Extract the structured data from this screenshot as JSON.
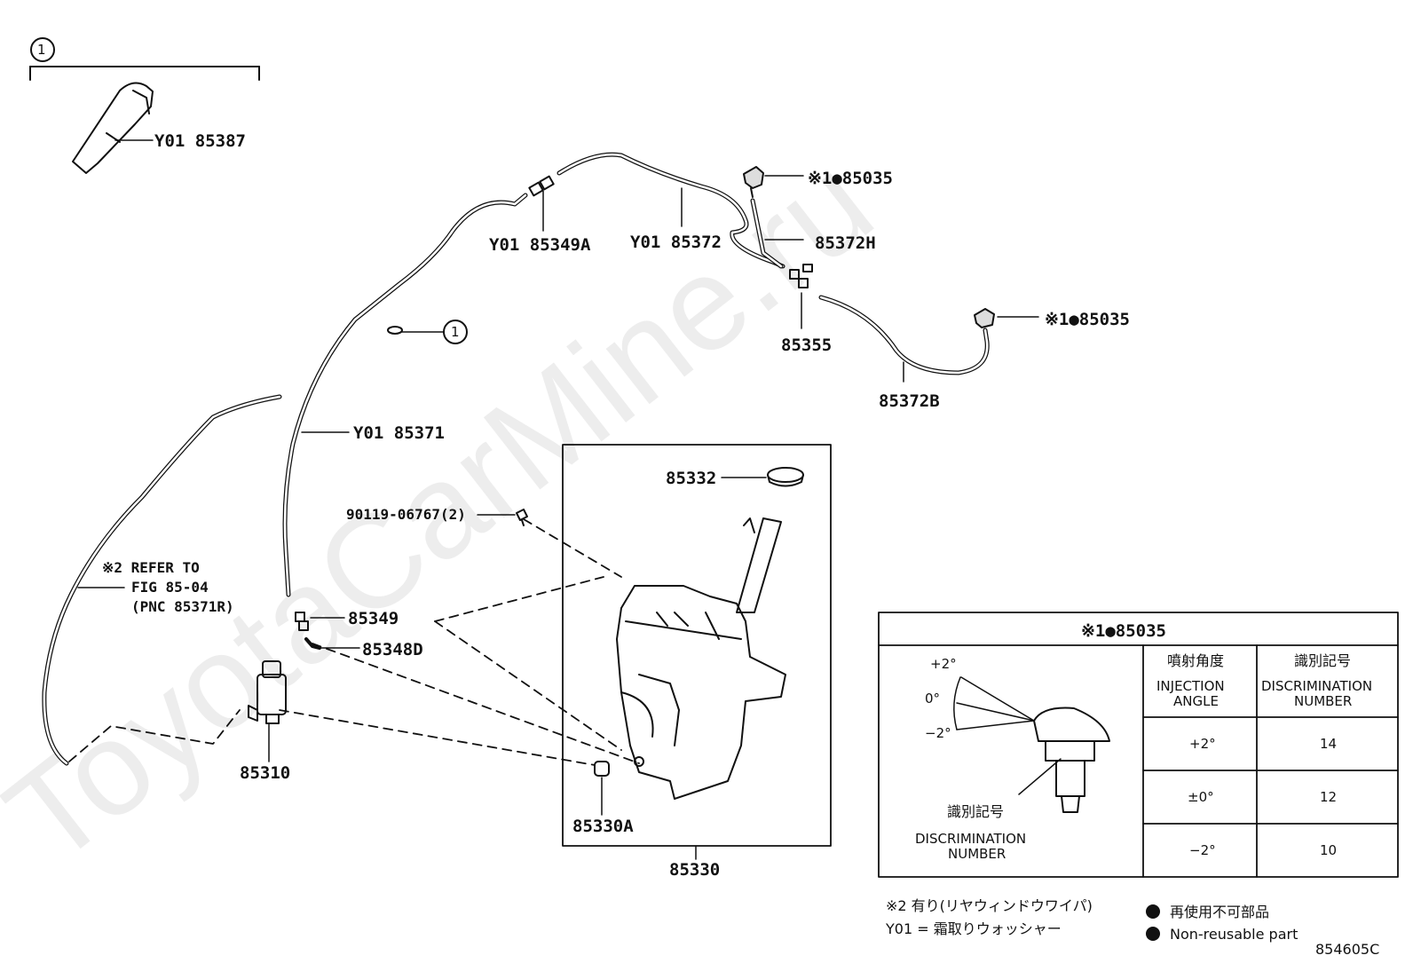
{
  "watermark": "ToyotaCarMine.ru",
  "diagram_id": "854605C",
  "callout_ref": "1",
  "parts": {
    "p85387": "Y01 85387",
    "p85349A": "Y01 85349A",
    "p85372": "Y01 85372",
    "p85371": "Y01 85371",
    "p85035_top": "※1●85035",
    "p85035_right": "※1●85035",
    "p85372H": "85372H",
    "p85355": "85355",
    "p85372B": "85372B",
    "p85332": "85332",
    "p90119": "90119-06767(2)",
    "p85349": "85349",
    "p85348D": "85348D",
    "p85310": "85310",
    "p85330A": "85330A",
    "p85330": "85330"
  },
  "refer_note": {
    "line1": "※2 REFER TO",
    "line2": "FIG 85-04",
    "line3": "(PNC 85371R)"
  },
  "table": {
    "title": "※1●85035",
    "angle_labels": [
      "+2°",
      "0°",
      "−2°"
    ],
    "nozzle_label_jp": "識別記号",
    "nozzle_label_en_1": "DISCRIMINATION",
    "nozzle_label_en_2": "NUMBER",
    "col1_jp": "噴射角度",
    "col1_en_1": "INJECTION",
    "col1_en_2": "ANGLE",
    "col2_jp": "識別記号",
    "col2_en_1": "DISCRIMINATION",
    "col2_en_2": "NUMBER",
    "rows": [
      {
        "angle": "+2°",
        "number": "14"
      },
      {
        "angle": "±0°",
        "number": "12"
      },
      {
        "angle": "−2°",
        "number": "10"
      }
    ]
  },
  "legend": {
    "note2": "※2 有り(リヤウィンドウワイパ)",
    "y01": "Y01 = 霜取りウォッシャー",
    "nonreusable_jp": "再使用不可部品",
    "nonreusable_en": "Non-reusable part"
  }
}
